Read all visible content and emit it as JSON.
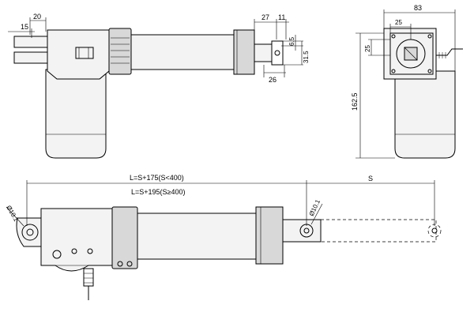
{
  "dimensions": {
    "d20": "20",
    "d15": "15",
    "d27": "27",
    "d11": "11",
    "d6_5": "6.5",
    "d31_5": "31.5",
    "d26": "26",
    "d83": "83",
    "d25_w": "25",
    "d25_h": "25",
    "d162_5": "162.5",
    "length_lt400": "L=S+175(S<400)",
    "length_ge400": "L=S+195(S≥400)",
    "stroke": "S",
    "dia_left": "Ø10.1",
    "dia_rod": "Ø10.1"
  }
}
